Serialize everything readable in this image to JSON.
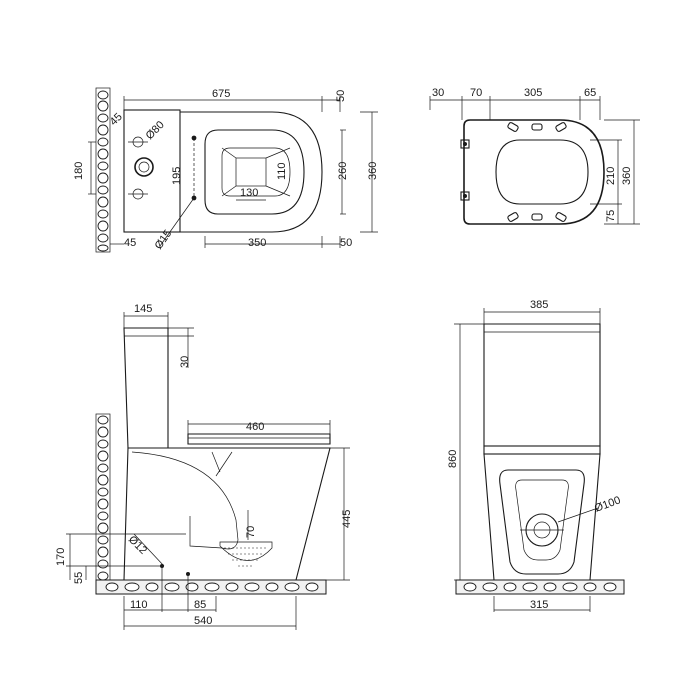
{
  "colors": {
    "line": "#1a1a1a",
    "background": "#ffffff",
    "ground_fill": "#f2f2f2"
  },
  "views": {
    "top": {
      "d675": "675",
      "d50_top": "50",
      "d45_top": "45",
      "d80": "Ø80",
      "d180": "180",
      "d195": "195",
      "d130": "130",
      "d110": "110",
      "d260": "260",
      "d360": "360",
      "d45_bottom": "45",
      "d15": "Ø15",
      "d350": "350",
      "d50_bottom": "50"
    },
    "seat": {
      "d30": "30",
      "d70": "70",
      "d305": "305",
      "d65": "65",
      "d210": "210",
      "d360": "360",
      "d75": "75"
    },
    "side": {
      "d145": "145",
      "d30": "30",
      "d460": "460",
      "d70": "70",
      "d445": "445",
      "d12": "Ø12",
      "d170": "170",
      "d55": "55",
      "d110": "110",
      "d85": "85",
      "d540": "540"
    },
    "front": {
      "d385": "385",
      "d860": "860",
      "d100": "Ø100",
      "d315": "315"
    }
  }
}
